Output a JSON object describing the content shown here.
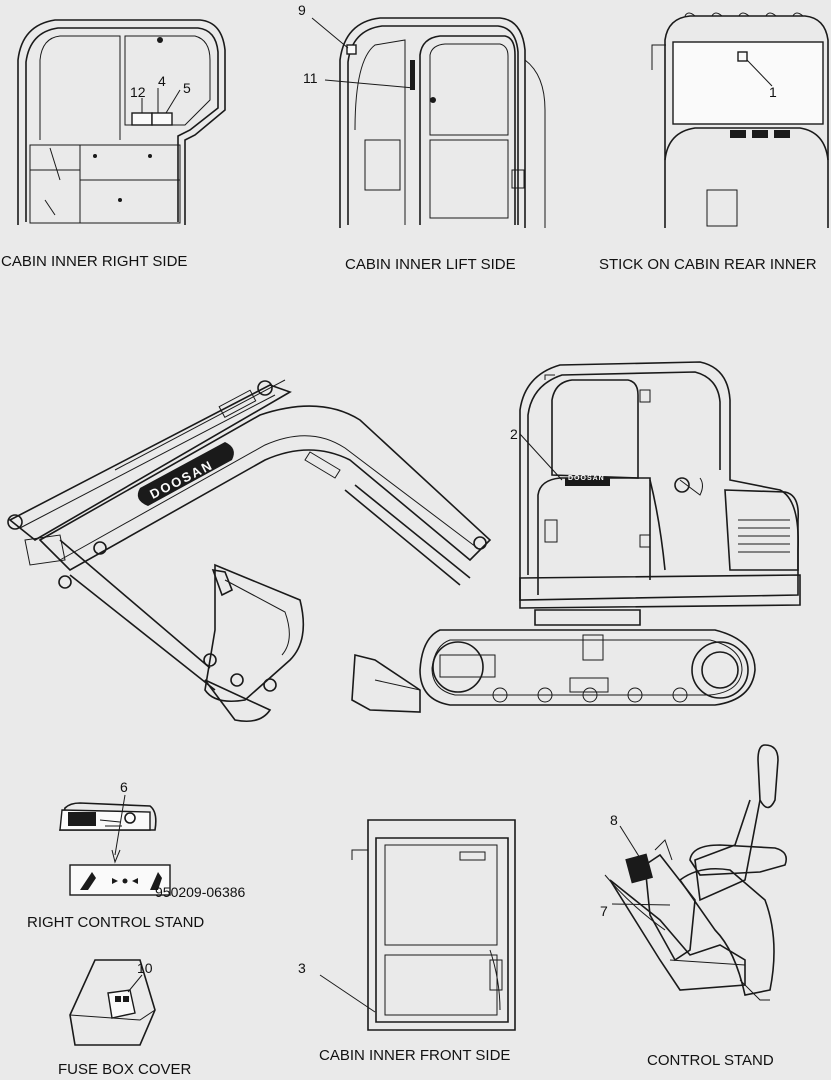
{
  "views": {
    "cabin_inner_right_side": "CABIN INNER RIGHT SIDE",
    "cabin_inner_lift_side": "CABIN INNER LIFT SIDE",
    "stick_on_cabin_rear_inner": "STICK ON CABIN REAR INNER",
    "right_control_stand": "RIGHT CONTROL STAND",
    "fuse_box_cover": "FUSE BOX COVER",
    "cabin_inner_front_side": "CABIN INNER FRONT SIDE",
    "control_stand": "CONTROL STAND"
  },
  "callouts": {
    "c1": "1",
    "c2": "2",
    "c3": "3",
    "c4": "4",
    "c5": "5",
    "c6": "6",
    "c7": "7",
    "c8": "8",
    "c9": "9",
    "c10": "10",
    "c11": "11",
    "c12": "12"
  },
  "part_number": "950209-06386",
  "brand": "DOOSAN",
  "colors": {
    "background": "#eaeaea",
    "line": "#1a1a1a",
    "decal": "#1a1a1a"
  }
}
